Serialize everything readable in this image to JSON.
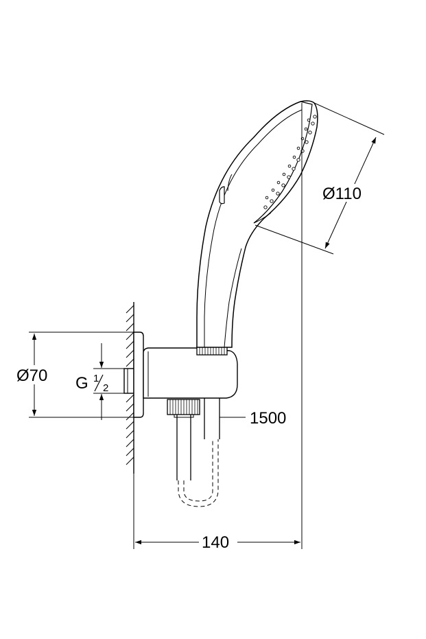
{
  "dimensions": {
    "head_diameter": "Ø110",
    "flange_diameter": "Ø70",
    "thread_prefix": "G",
    "thread_num": "1",
    "thread_den": "2",
    "hose_length": "1500",
    "projection": "140"
  },
  "colors": {
    "stroke": "#000000",
    "background": "#ffffff"
  }
}
